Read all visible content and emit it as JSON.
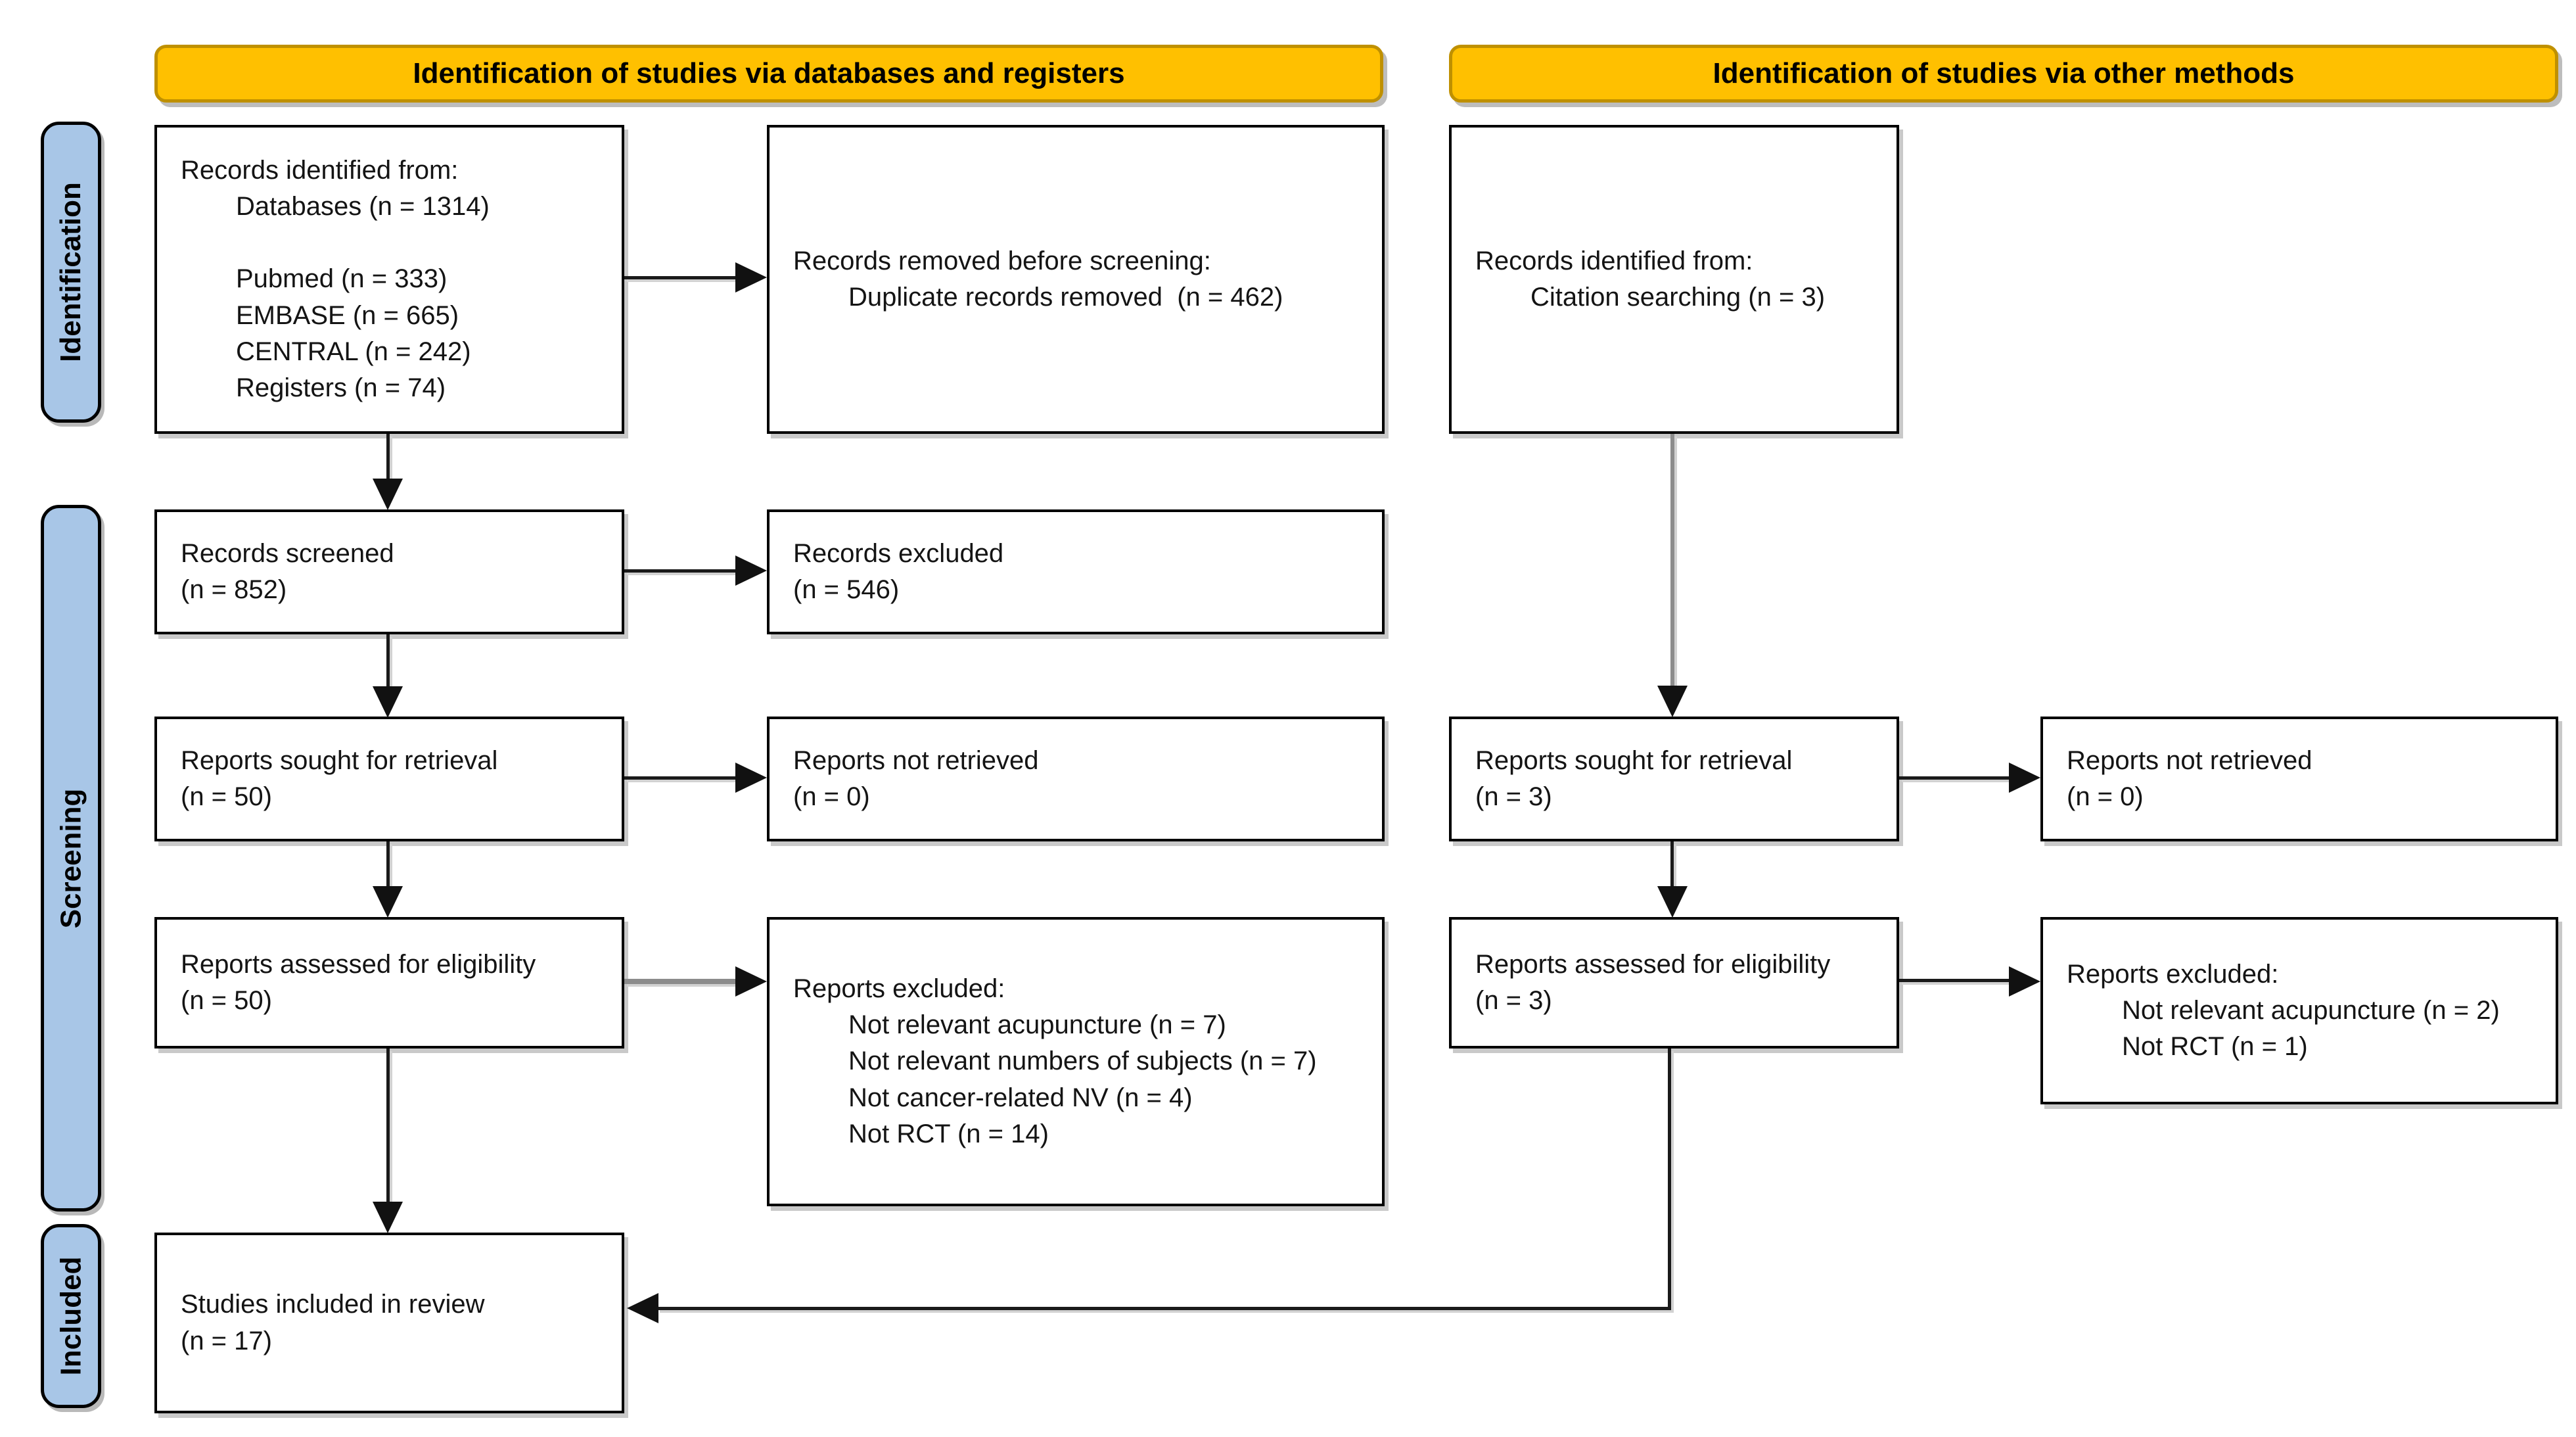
{
  "colors": {
    "header_fill": "#FFC000",
    "header_border": "#BF9000",
    "stage_fill": "#A8C6E7",
    "stage_border": "#000000",
    "box_fill": "#FFFFFF",
    "box_border": "#000000",
    "arrow_dark": "#1a1a1a",
    "arrow_gray": "#8c8c8c"
  },
  "headers": {
    "databases": "Identification of studies via databases and registers",
    "other": "Identification of studies via other methods"
  },
  "stages": {
    "identification": "Identification",
    "screening": "Screening",
    "included": "Included"
  },
  "boxes": {
    "records_identified_db": {
      "title": "Records identified from:",
      "items": [
        "Databases (n = 1314)",
        "",
        "Pubmed (n = 333)",
        "EMBASE (n = 665)",
        "CENTRAL (n = 242)",
        "Registers (n = 74)"
      ]
    },
    "records_removed": {
      "title": "Records removed before screening:",
      "items": [
        "Duplicate records removed  (n = 462)"
      ]
    },
    "records_identified_other": {
      "title": "Records identified from:",
      "items": [
        "Citation searching (n = 3)"
      ]
    },
    "records_screened": {
      "label": "Records screened",
      "count": "(n = 852)"
    },
    "records_excluded": {
      "label": "Records excluded",
      "count": "(n = 546)"
    },
    "reports_sought_db": {
      "label": "Reports sought for retrieval",
      "count": "(n = 50)"
    },
    "reports_not_retrieved_db": {
      "label": "Reports not retrieved",
      "count": "(n = 0)"
    },
    "reports_sought_other": {
      "label": "Reports sought for retrieval",
      "count": "(n = 3)"
    },
    "reports_not_retrieved_other": {
      "label": "Reports not retrieved",
      "count": "(n = 0)"
    },
    "reports_assessed_db": {
      "label": "Reports assessed for eligibility",
      "count": "(n = 50)"
    },
    "reports_excluded_db": {
      "title": "Reports excluded:",
      "items": [
        "Not relevant acupuncture (n = 7)",
        "Not relevant numbers of subjects (n = 7)",
        "Not cancer-related NV (n = 4)",
        "Not RCT (n = 14)"
      ]
    },
    "reports_assessed_other": {
      "label": "Reports assessed for eligibility",
      "count": "(n = 3)"
    },
    "reports_excluded_other": {
      "title": "Reports excluded:",
      "items": [
        "Not relevant acupuncture (n = 2)",
        "Not RCT (n = 1)"
      ]
    },
    "studies_included": {
      "label": "Studies included in review",
      "count": "(n = 17)"
    }
  }
}
